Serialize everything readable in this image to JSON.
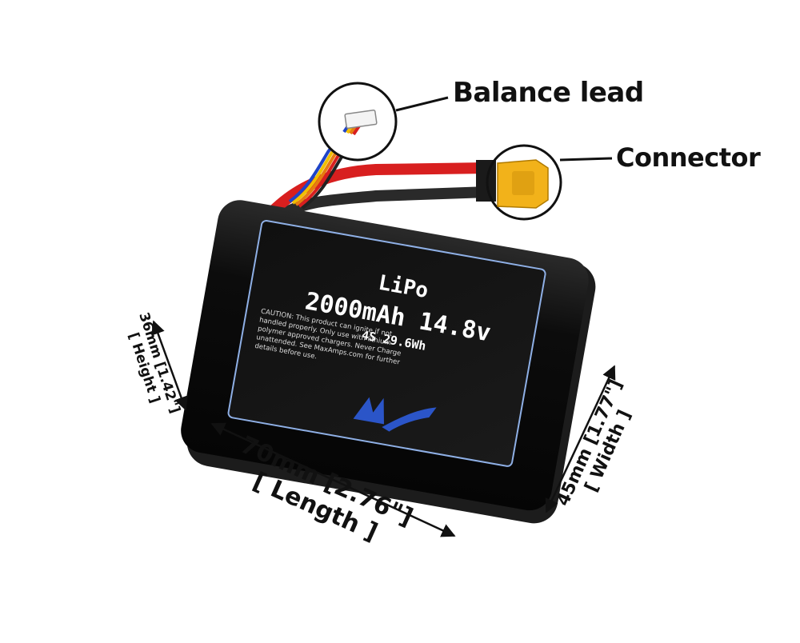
{
  "callouts": {
    "balance_lead": "Balance lead",
    "connector": "Connector"
  },
  "battery": {
    "chemistry": "LiPo",
    "capacity_voltage": "2000mAh 14.8v",
    "config_energy": "4S 29.6Wh",
    "caution_lines": [
      "CAUTION: This product can ignite if not",
      "handled properly. Only use with lithium",
      "polymer approved chargers. Never Charge",
      "unattended. See MaxAmps.com for further",
      "details before use."
    ],
    "logo": "MA"
  },
  "dimensions": {
    "height": {
      "value": "36mm [1.42\"]",
      "label": "[ Height ]"
    },
    "length": {
      "value": "70mm [2.76\"]",
      "label": "[ Length ]"
    },
    "width": {
      "value": "45mm [1.77\"]",
      "label": "[ Width ]"
    }
  },
  "colors": {
    "battery_body": "#0c0c0c",
    "label_border": "#8fb0e6",
    "wire_red": "#d81f1f",
    "wire_black": "#2a2a2a",
    "connector_yellow": "#f2b21a",
    "logo_blue": "#2b55c8"
  }
}
